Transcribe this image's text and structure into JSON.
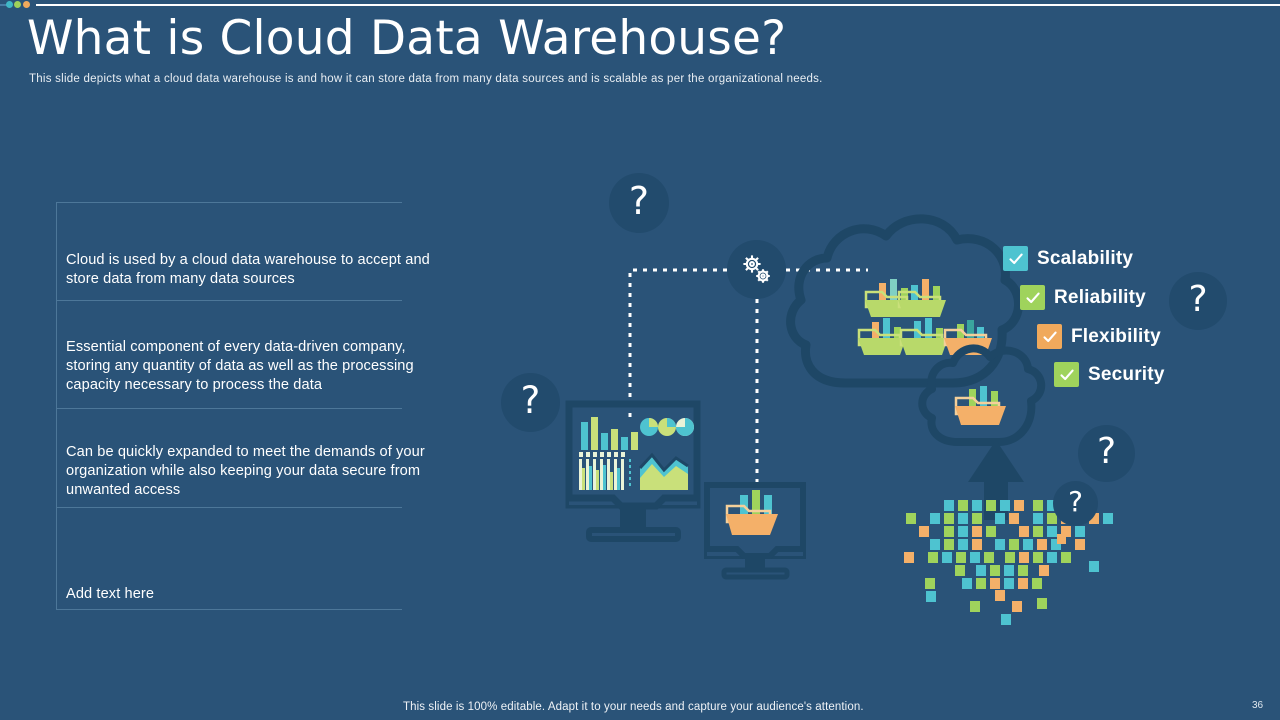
{
  "slide": {
    "title": "What is Cloud Data Warehouse?",
    "subtitle": "This slide depicts what a cloud data warehouse is and how it can store data from many data sources and is scalable as per the organizational needs.",
    "footer_note": "This slide is 100% editable. Adapt it to your needs and capture your audience's attention.",
    "page_number": "36",
    "background_color": "#2a5378"
  },
  "top_decoration": {
    "dots": [
      {
        "name": "teal-dot",
        "color": "#3fb7c6"
      },
      {
        "name": "green-dot",
        "color": "#9ed15a"
      },
      {
        "name": "orange-dot",
        "color": "#f0a95c"
      }
    ],
    "rule_color": "#ffffff"
  },
  "left_panel": {
    "border_color": "#4d7799",
    "items": [
      {
        "text": "Cloud is used by a cloud data warehouse to accept and store data from many data sources"
      },
      {
        "text": "Essential component of every data-driven company, storing any quantity of data as well as the processing capacity necessary to process the data"
      },
      {
        "text": "Can be quickly expanded to meet the demands of your organization while also keeping your data secure from unwanted access"
      },
      {
        "text": "Add text here"
      }
    ]
  },
  "features": [
    {
      "label": "Scalability",
      "box_color": "#4ec3d0",
      "check_color": "#ffffff",
      "icon": "check-icon"
    },
    {
      "label": "Reliability",
      "box_color": "#9fd35c",
      "check_color": "#ffffff",
      "icon": "check-icon"
    },
    {
      "label": "Flexibility",
      "box_color": "#f0a95c",
      "check_color": "#ffffff",
      "icon": "check-icon"
    },
    {
      "label": "Security",
      "box_color": "#9fd35c",
      "check_color": "#ffffff",
      "icon": "check-icon"
    }
  ],
  "diagram": {
    "question_marks": [
      {
        "name": "question-mark-top",
        "glyph": "?"
      },
      {
        "name": "question-mark-left",
        "glyph": "?"
      },
      {
        "name": "question-mark-right-upper",
        "glyph": "?"
      },
      {
        "name": "question-mark-right-lower",
        "glyph": "?"
      },
      {
        "name": "question-mark-right-small",
        "glyph": "?"
      }
    ],
    "gear_icon": "gears-icon",
    "cloud_icon": "cloud-shape",
    "arrow_icon": "up-arrow-icon",
    "monitor_dashboard_icon": "monitor-dashboard-icon",
    "monitor_folder_icon": "monitor-folder-icon",
    "data_mosaic_icon": "data-mosaic-icon",
    "colors": {
      "outline": "#1e4766",
      "green": "#b8d96a",
      "orange": "#f4b069",
      "teal": "#4ec3d0",
      "light_green": "#c9e07a",
      "connector": "#ffffff"
    }
  }
}
